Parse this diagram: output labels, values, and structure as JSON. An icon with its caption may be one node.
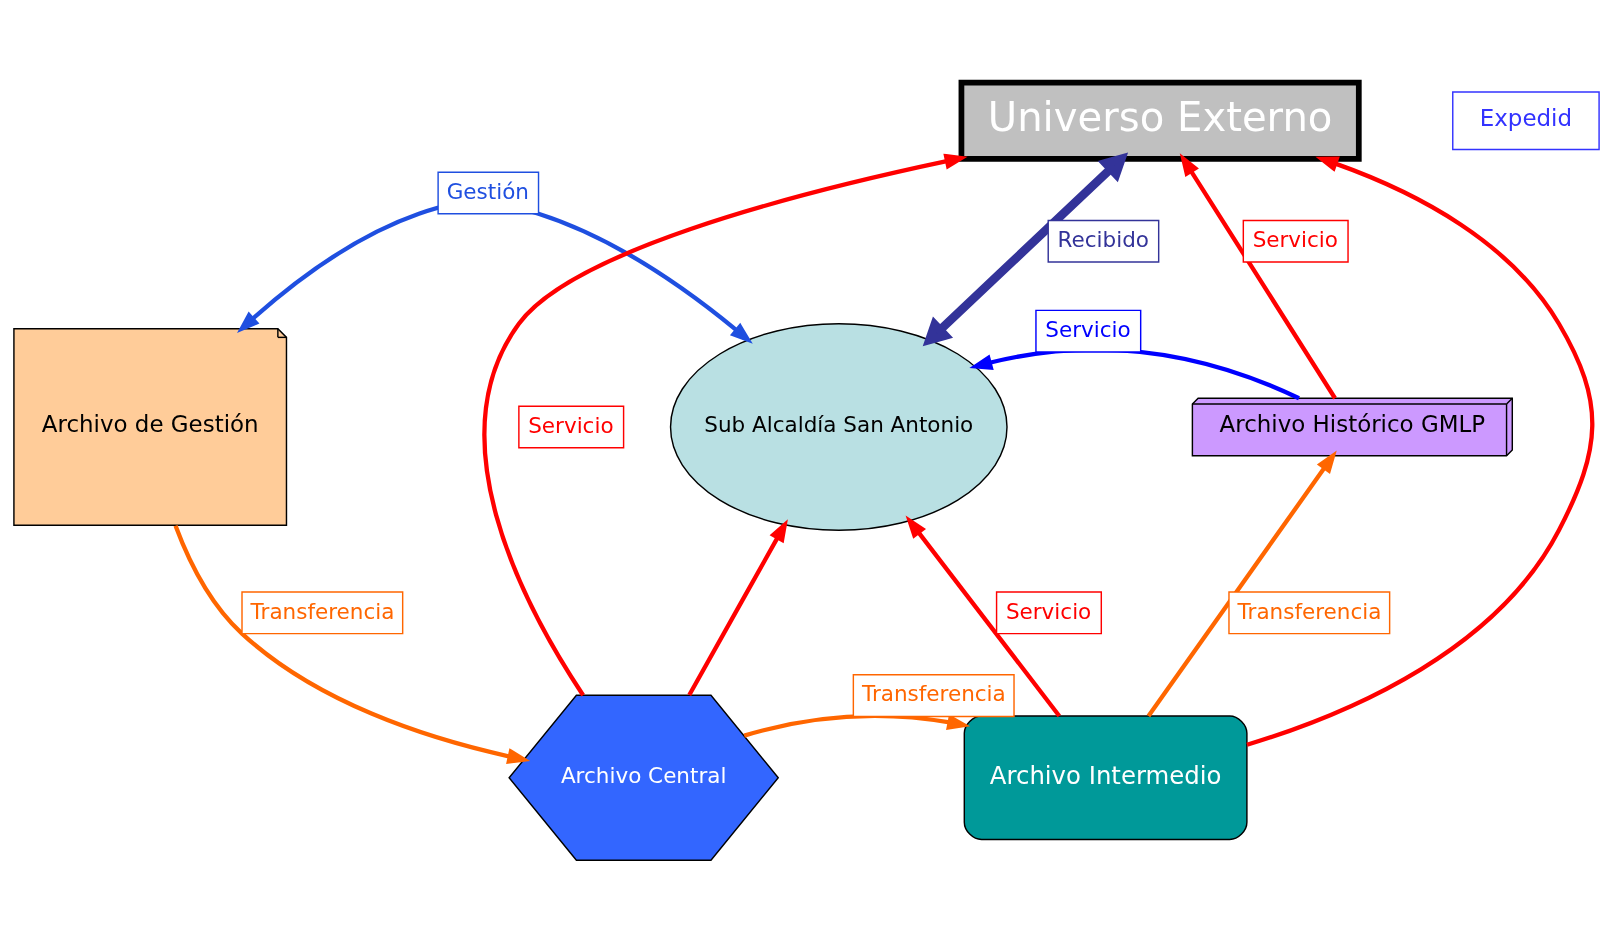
{
  "diagram": {
    "nodes": [
      {
        "text": [
          "Universo Externo"
        ]
      },
      {
        "text": [
          "Archivo de Gestión"
        ]
      },
      {
        "text": [
          "Sub Alcaldía San Antonio"
        ]
      },
      {
        "text": [
          "Archivo Histórico GMLP"
        ]
      },
      {
        "text": [
          "Archivo Central"
        ]
      },
      {
        "text": [
          "Archivo Intermedio"
        ]
      }
    ],
    "edges": [
      {
        "from": 4,
        "to": 0,
        "arrow": "to",
        "label": "Servicio",
        "color": "#ff0000"
      },
      {
        "from": 0,
        "to": 2,
        "arrow": "both",
        "label": "Recibido",
        "color": "#333399",
        "style": "thick"
      },
      {
        "from": 1,
        "to": 2,
        "arrow": "both",
        "label": "Gestión",
        "color": "#1f4fe0"
      },
      {
        "from": 3,
        "to": 2,
        "arrow": "to",
        "label": "Servicio",
        "color": "#0000ff"
      },
      {
        "from": 3,
        "to": 0,
        "arrow": "to",
        "label": "Servicio",
        "color": "#ff0000"
      },
      {
        "from": 5,
        "to": 0,
        "arrow": "to",
        "color": "#ff0000"
      },
      {
        "from": 1,
        "to": 4,
        "arrow": "to",
        "label": "Transferencia",
        "color": "#ff6600"
      },
      {
        "from": 4,
        "to": 2,
        "arrow": "to",
        "color": "#ff0000"
      },
      {
        "from": 5,
        "to": 2,
        "arrow": "to",
        "label": "Servicio",
        "color": "#ff0000"
      },
      {
        "from": 4,
        "to": 5,
        "arrow": "to",
        "label": "Transferencia",
        "color": "#ff6600"
      },
      {
        "from": 5,
        "to": 3,
        "arrow": "to",
        "label": "Transferencia",
        "color": "#ff6600"
      }
    ],
    "labels": [
      "Expedid"
    ]
  }
}
